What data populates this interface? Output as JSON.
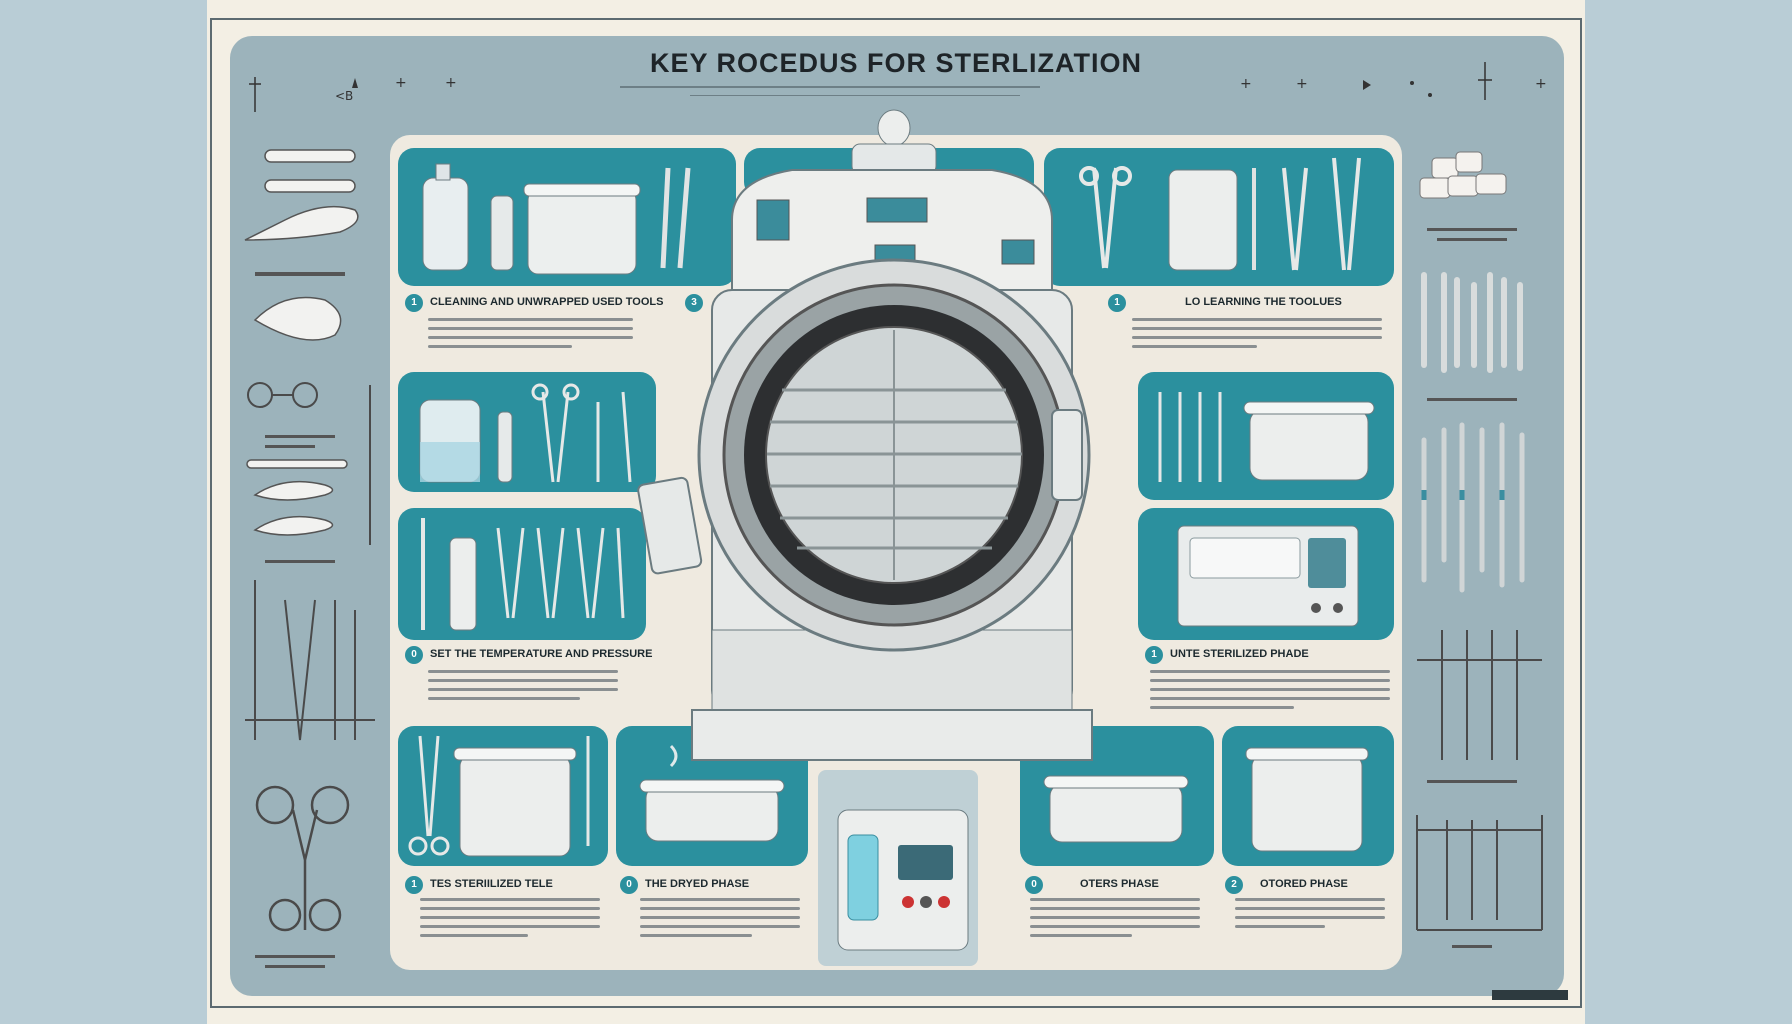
{
  "poster": {
    "title": "KEY ROCEDUS FOR STERLIZATION"
  },
  "steps": [
    {
      "num": "1",
      "caption": "CLEANING AND UNWRAPPED USED TOOLS"
    },
    {
      "num": "3",
      "caption": ""
    },
    {
      "num": "1",
      "caption": "LO LEARNING THE TOOLUES"
    },
    {
      "num": "0",
      "caption": "SET THE TEMPERATURE AND PRESSURE"
    },
    {
      "num": "1",
      "caption": "UNTE STERILIZED PHADE"
    },
    {
      "num": "1",
      "caption": "TES STERIILIZED TELE"
    },
    {
      "num": "0",
      "caption": "THE DRYED PHASE"
    },
    {
      "num": "0",
      "caption": "OTERS PHASE"
    },
    {
      "num": "2",
      "caption": "OTORED PHASE"
    }
  ],
  "colors": {
    "teal": "#2b909e",
    "panel_bg": "#9cb3bb",
    "paper": "#efeae0"
  },
  "icons": [
    "autoclave-icon",
    "pot-icon",
    "bottle-icon",
    "forceps-icon",
    "scissors-icon",
    "oven-icon",
    "gauze-icon"
  ]
}
